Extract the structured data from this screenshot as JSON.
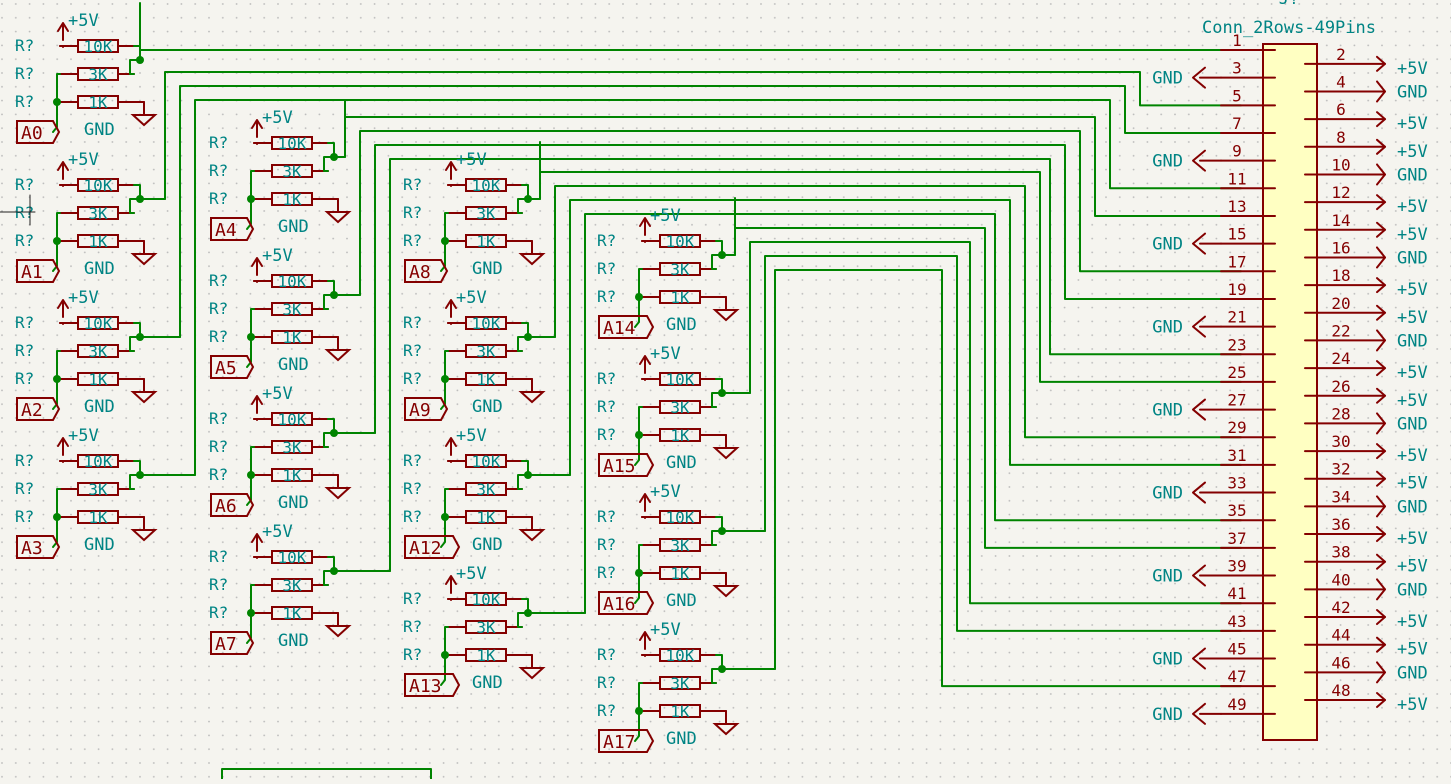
{
  "colors": {
    "background": "#f5f4ef",
    "grid_dot": "#b9b9b9",
    "wire": "#008400",
    "junction": "#008400",
    "symbol": "#840000",
    "connector_fill": "#ffffc2",
    "ref_text": "#008484",
    "value_text": "#008484",
    "pin_number": "#840000",
    "net_text": "#008484"
  },
  "labels": {
    "ref": "R?",
    "r_high": "10K",
    "r_mid": "3K",
    "r_low": "1K",
    "power": "+5V",
    "ground": "GND"
  },
  "connector": {
    "ref": "J?",
    "value": "Conn_2Rows-49Pins",
    "pin_count": 49
  },
  "dividers": [
    {
      "input": "A0",
      "pin": 1
    },
    {
      "input": "A1",
      "pin": 5
    },
    {
      "input": "A2",
      "pin": 7
    },
    {
      "input": "A3",
      "pin": 11
    },
    {
      "input": "A4",
      "pin": 13
    },
    {
      "input": "A5",
      "pin": 17
    },
    {
      "input": "A6",
      "pin": 19
    },
    {
      "input": "A7",
      "pin": 23
    },
    {
      "input": "A8",
      "pin": 25
    },
    {
      "input": "A9",
      "pin": 29
    },
    {
      "input": "A12",
      "pin": 31
    },
    {
      "input": "A13",
      "pin": 35
    },
    {
      "input": "A14",
      "pin": 37
    },
    {
      "input": "A15",
      "pin": 41
    },
    {
      "input": "A16",
      "pin": 43
    },
    {
      "input": "A17",
      "pin": 47
    }
  ],
  "connector_ground_pins": [
    3,
    9,
    15,
    21,
    27,
    33,
    39,
    45,
    49
  ],
  "connector_right_pins": [
    {
      "pin": 2,
      "net": "+5V"
    },
    {
      "pin": 4,
      "net": "GND"
    },
    {
      "pin": 6,
      "net": "+5V"
    },
    {
      "pin": 8,
      "net": "+5V"
    },
    {
      "pin": 10,
      "net": "GND"
    },
    {
      "pin": 12,
      "net": "+5V"
    },
    {
      "pin": 14,
      "net": "+5V"
    },
    {
      "pin": 16,
      "net": "GND"
    },
    {
      "pin": 18,
      "net": "+5V"
    },
    {
      "pin": 20,
      "net": "+5V"
    },
    {
      "pin": 22,
      "net": "GND"
    },
    {
      "pin": 24,
      "net": "+5V"
    },
    {
      "pin": 26,
      "net": "+5V"
    },
    {
      "pin": 28,
      "net": "GND"
    },
    {
      "pin": 30,
      "net": "+5V"
    },
    {
      "pin": 32,
      "net": "+5V"
    },
    {
      "pin": 34,
      "net": "GND"
    },
    {
      "pin": 36,
      "net": "+5V"
    },
    {
      "pin": 38,
      "net": "+5V"
    },
    {
      "pin": 40,
      "net": "GND"
    },
    {
      "pin": 42,
      "net": "+5V"
    },
    {
      "pin": 44,
      "net": "+5V"
    },
    {
      "pin": 46,
      "net": "GND"
    },
    {
      "pin": 48,
      "net": "+5V"
    }
  ]
}
